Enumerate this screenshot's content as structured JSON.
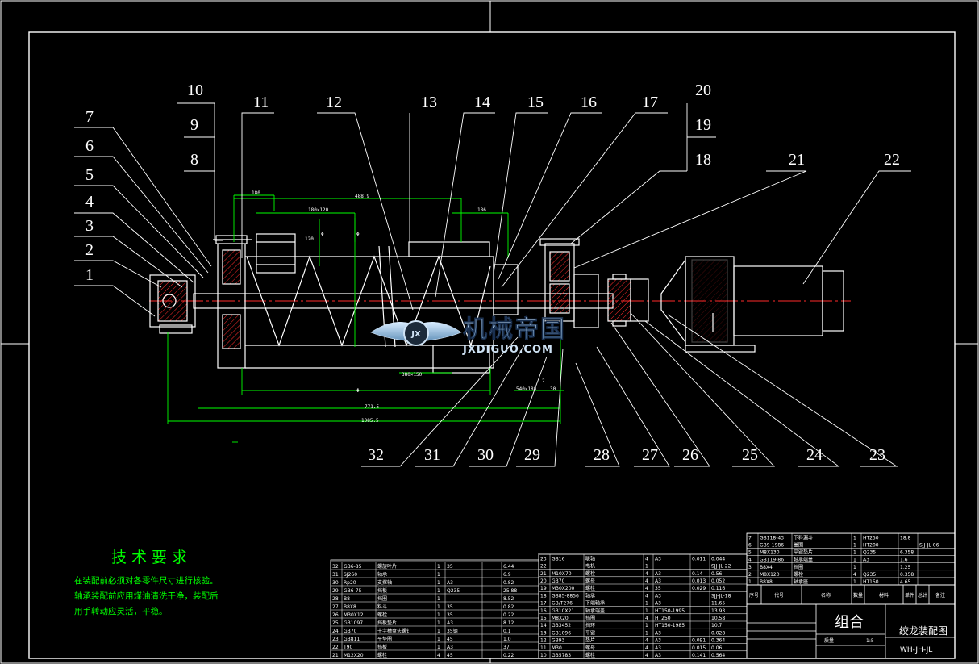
{
  "part_numbers_top": [
    "10",
    "9",
    "8",
    "11",
    "12",
    "13",
    "14",
    "15",
    "16",
    "17",
    "20",
    "19",
    "18",
    "21",
    "22"
  ],
  "part_numbers_left": [
    "7",
    "6",
    "5",
    "4",
    "3",
    "2",
    "1"
  ],
  "part_numbers_bottom": [
    "32",
    "31",
    "30",
    "29",
    "28",
    "27",
    "26",
    "25",
    "24",
    "23"
  ],
  "dimensions": [
    "180",
    "488.9",
    "180×120",
    "186",
    "120",
    "Φ",
    "Φ",
    "380×150",
    "Φ",
    "2",
    "30",
    "540×180",
    "771.5",
    "1085.5"
  ],
  "watermark": {
    "brand": "机械帝国",
    "url": "JXDIGUO.COM",
    "emblem": "JX"
  },
  "tech_requirements": {
    "title": "技术要求",
    "lines": [
      "在装配前必须对各零件尺寸进行核验。",
      "轴承装配前应用煤油清洗干净，装配后",
      "用手转动应灵活，平稳。"
    ]
  },
  "title_block": {
    "drawing_name": "绞龙装配图",
    "assembly_label": "组合",
    "drawing_code": "WH-JH-JL",
    "header_cols": [
      "序号",
      "代号",
      "名称",
      "数量",
      "材料",
      "单件",
      "总计",
      "备注"
    ],
    "mass_label": "质量",
    "scale": "1:5"
  },
  "bom_right": [
    [
      "7",
      "GB118-43",
      "下料漏斗",
      "1",
      "HT250",
      "18.8",
      ""
    ],
    [
      "6",
      "GB9-1986",
      "盖圈",
      "1",
      "HT200",
      "",
      "SJJ-JL-06"
    ],
    [
      "5",
      "M8X130",
      "平键垫片",
      "1",
      "Q235",
      "6.358",
      ""
    ],
    [
      "4",
      "GB119-86",
      "轴承端盖",
      "1",
      "A3",
      "1.6",
      ""
    ],
    [
      "3",
      "B8X4",
      "挡圈",
      "1",
      "",
      "1.25",
      ""
    ],
    [
      "2",
      "M8X120",
      "螺栓",
      "4",
      "Q235",
      "0.358",
      ""
    ],
    [
      "1",
      "B8X8",
      "轴承座",
      "1",
      "HT150",
      "4.65",
      ""
    ]
  ],
  "bom_mid": [
    [
      "23",
      "GB16",
      "联轴",
      "4",
      "A3",
      "0.011",
      "0.044"
    ],
    [
      "22",
      "",
      "电机",
      "1",
      "",
      "",
      "SJJ-JL-22"
    ],
    [
      "21",
      "M10X70",
      "螺栓",
      "4",
      "A3",
      "0.14",
      "0.56"
    ],
    [
      "20",
      "GB70",
      "螺母",
      "4",
      "A3",
      "0.013",
      "0.052"
    ],
    [
      "19",
      "M30X200",
      "螺栓",
      "4",
      "35",
      "0.029",
      "0.116"
    ],
    [
      "18",
      "GB85-8856",
      "轴承",
      "4",
      "A3",
      "",
      "SJJ-JL-18"
    ],
    [
      "17",
      "GB/T276",
      "下端轴承",
      "1",
      "A3",
      "",
      "11.65"
    ],
    [
      "16",
      "GB10X21",
      "轴承端盖",
      "1",
      "HT150-1995",
      "",
      "13.93"
    ],
    [
      "15",
      "M8X20",
      "挡圈",
      "4",
      "HT250",
      "",
      "10.58"
    ],
    [
      "14",
      "GB3452",
      "挡环",
      "1",
      "HT150-1985",
      "",
      "10.7"
    ],
    [
      "13",
      "GB1096",
      "平键",
      "1",
      "A3",
      "",
      "0.028"
    ],
    [
      "12",
      "GB93",
      "垫片",
      "4",
      "A3",
      "0.091",
      "0.364"
    ],
    [
      "11",
      "M30",
      "螺母",
      "4",
      "A3",
      "0.015",
      "0.06"
    ],
    [
      "10",
      "GB5783",
      "螺栓",
      "4",
      "A3",
      "0.141",
      "0.564"
    ]
  ],
  "bom_left": [
    [
      "32",
      "GB6-85",
      "螺旋叶片",
      "1",
      "35",
      "",
      "6.44"
    ],
    [
      "31",
      "SJ260",
      "轴承",
      "1",
      "",
      "",
      "6.9"
    ],
    [
      "30",
      "Rp20",
      "支撑轴",
      "1",
      "A3",
      "",
      "0.82"
    ],
    [
      "29",
      "GB6-75",
      "挡板",
      "1",
      "Q235",
      "",
      "25.88"
    ],
    [
      "28",
      "B8",
      "挡圈",
      "1",
      "",
      "",
      "8.52"
    ],
    [
      "27",
      "B8X8",
      "料斗",
      "1",
      "35",
      "",
      "0.82"
    ],
    [
      "26",
      "M30X12",
      "螺栓",
      "1",
      "35",
      "",
      "0.22"
    ],
    [
      "25",
      "GB1097",
      "挡板垫片",
      "1",
      "A3",
      "",
      "8.12"
    ],
    [
      "24",
      "GB70",
      "十字槽盘头螺钉",
      "1",
      "35钢",
      "",
      "0.1"
    ],
    [
      "23",
      "GB811",
      "平垫圈",
      "1",
      "45",
      "",
      "1.0"
    ],
    [
      "22",
      "T90",
      "挡板",
      "1",
      "A3",
      "",
      "37"
    ],
    [
      "21",
      "M12X20",
      "螺栓",
      "4",
      "45",
      "",
      "0.22"
    ]
  ],
  "colors": {
    "background": "#000000",
    "frame": "#ffffff",
    "dimension": "#00ff00",
    "hatch": "#ff0000",
    "centerline": "#ff2020",
    "part": "#ffffff",
    "watermark": "#8ab4d6",
    "tech_text": "#00ff00"
  }
}
